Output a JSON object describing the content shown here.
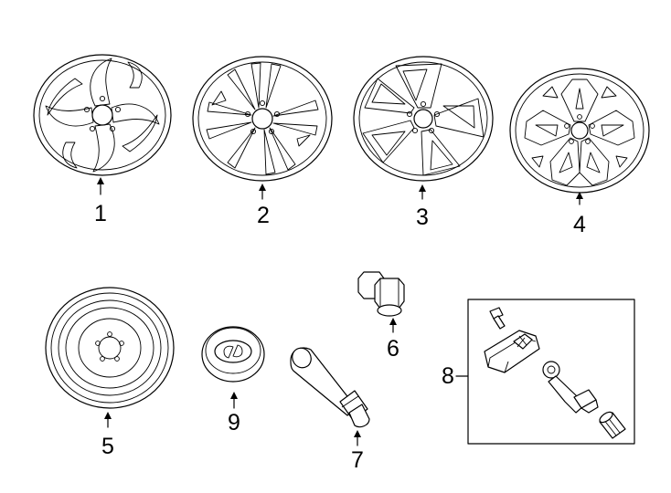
{
  "diagram": {
    "style": "line-art parts diagram",
    "background": "#ffffff",
    "line_color": "#000000",
    "parts": [
      {
        "callout": "1",
        "icon": "alloy-wheel-swept-spoke-icon"
      },
      {
        "callout": "2",
        "icon": "alloy-wheel-split-spoke-icon"
      },
      {
        "callout": "3",
        "icon": "alloy-wheel-five-spoke-icon"
      },
      {
        "callout": "4",
        "icon": "alloy-wheel-geometric-icon"
      },
      {
        "callout": "5",
        "icon": "spare-wheel-icon"
      },
      {
        "callout": "6",
        "icon": "lug-nut-icon"
      },
      {
        "callout": "7",
        "icon": "valve-stem-icon"
      },
      {
        "callout": "8",
        "icon": "tpms-sensor-kit-icon"
      },
      {
        "callout": "9",
        "icon": "center-cap-icon"
      }
    ]
  }
}
